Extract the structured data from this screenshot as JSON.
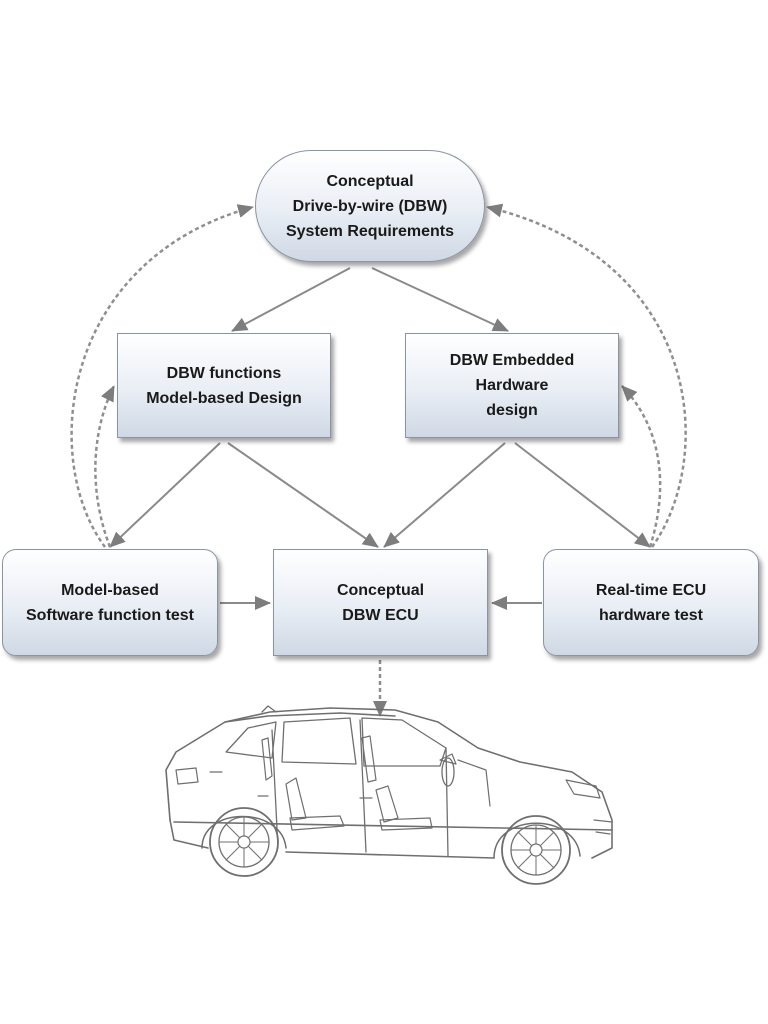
{
  "nodes": {
    "requirements": [
      "Conceptual",
      "Drive-by-wire (DBW)",
      "System Requirements"
    ],
    "functions_design": [
      "DBW functions",
      "Model-based Design"
    ],
    "hardware_design": [
      "DBW Embedded",
      "Hardware",
      "design"
    ],
    "software_test": [
      "Model-based",
      "Software function test"
    ],
    "ecu": [
      "Conceptual",
      "DBW ECU"
    ],
    "hardware_test": [
      "Real-time ECU",
      "hardware test"
    ]
  },
  "colors": {
    "arrow": "#7d7d7d",
    "node_border": "#8a95a3",
    "node_fill_top": "#ffffff",
    "node_fill_bottom": "#cfd8e4",
    "car_line": "#6f6f6f"
  }
}
